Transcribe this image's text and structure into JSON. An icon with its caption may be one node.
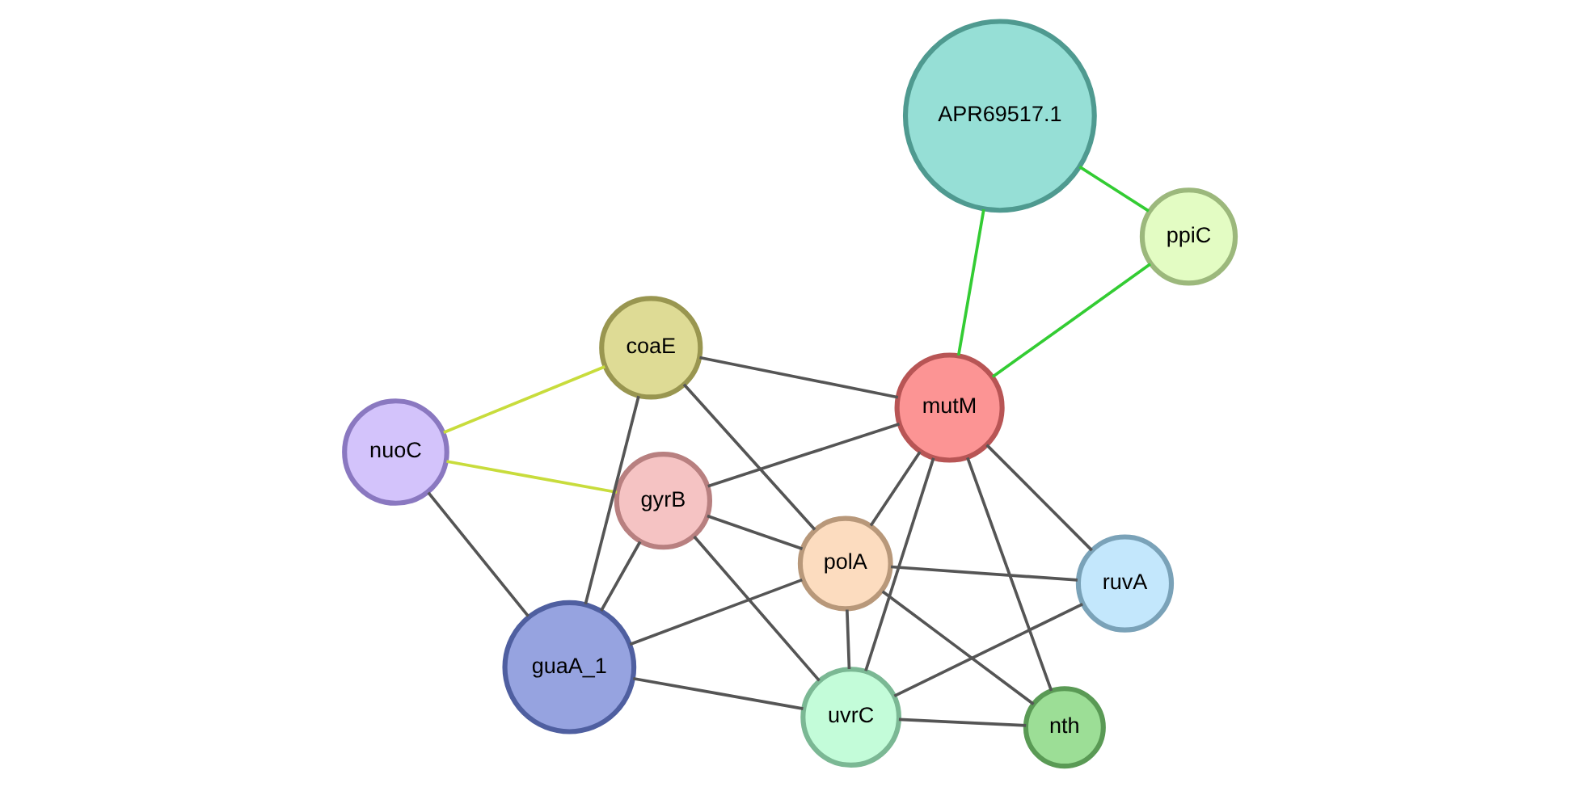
{
  "diagram": {
    "nodes": [
      {
        "text": [
          "nuoC"
        ]
      },
      {
        "text": [
          "guaA_1"
        ]
      },
      {
        "text": [
          "gyrB"
        ]
      },
      {
        "text": [
          "coaE"
        ]
      },
      {
        "text": [
          "ppiC"
        ]
      },
      {
        "text": [
          "mutM"
        ]
      },
      {
        "text": [
          "polA"
        ]
      },
      {
        "text": [
          "uvrC"
        ]
      },
      {
        "text": [
          "APR69517.1"
        ]
      },
      {
        "text": [
          "ruvA"
        ]
      },
      {
        "text": [
          "nth"
        ]
      }
    ],
    "edges": [
      {
        "from": 0,
        "to": 1,
        "arrow": "none"
      },
      {
        "from": 0,
        "to": 3,
        "arrow": "none",
        "color": "#c8dc3c"
      },
      {
        "from": 0,
        "to": 2,
        "arrow": "none",
        "color": "#c8dc3c"
      },
      {
        "from": 1,
        "to": 2,
        "arrow": "none"
      },
      {
        "from": 1,
        "to": 3,
        "arrow": "none"
      },
      {
        "from": 1,
        "to": 6,
        "arrow": "none"
      },
      {
        "from": 1,
        "to": 7,
        "arrow": "none"
      },
      {
        "from": 2,
        "to": 5,
        "arrow": "none"
      },
      {
        "from": 2,
        "to": 6,
        "arrow": "none"
      },
      {
        "from": 2,
        "to": 7,
        "arrow": "none"
      },
      {
        "from": 3,
        "to": 5,
        "arrow": "none"
      },
      {
        "from": 3,
        "to": 6,
        "arrow": "none"
      },
      {
        "from": 4,
        "to": 5,
        "arrow": "none",
        "color": "#33cc33"
      },
      {
        "from": 4,
        "to": 8,
        "arrow": "none",
        "color": "#33cc33"
      },
      {
        "from": 5,
        "to": 8,
        "arrow": "none",
        "color": "#33cc33"
      },
      {
        "from": 5,
        "to": 6,
        "arrow": "none"
      },
      {
        "from": 5,
        "to": 7,
        "arrow": "none"
      },
      {
        "from": 5,
        "to": 9,
        "arrow": "none"
      },
      {
        "from": 5,
        "to": 10,
        "arrow": "none"
      },
      {
        "from": 6,
        "to": 7,
        "arrow": "none"
      },
      {
        "from": 6,
        "to": 9,
        "arrow": "none"
      },
      {
        "from": 6,
        "to": 10,
        "arrow": "none"
      },
      {
        "from": 7,
        "to": 9,
        "arrow": "none"
      },
      {
        "from": 7,
        "to": 10,
        "arrow": "none"
      }
    ]
  }
}
